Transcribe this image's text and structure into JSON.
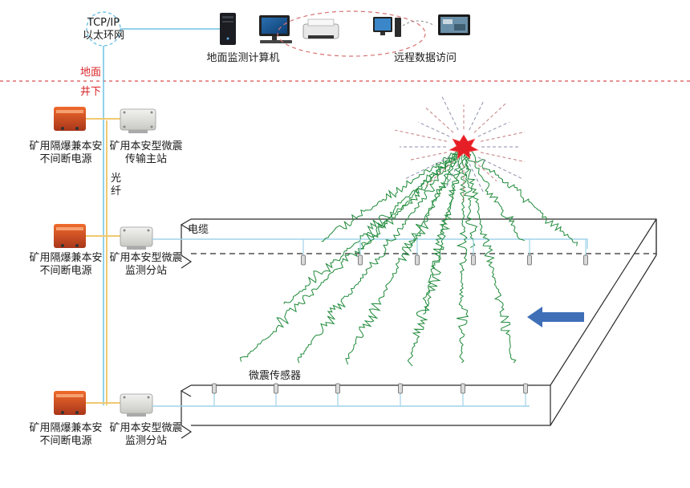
{
  "network": {
    "line1": "TCP/IP",
    "line2": "以太环网"
  },
  "surface": {
    "computer_label": "地面监测计算机",
    "remote_label": "远程数据访问"
  },
  "boundary": {
    "above": "地面",
    "below": "井下"
  },
  "fiber": {
    "line1": "光",
    "line2": "纤"
  },
  "cable_label": "电缆",
  "sensor_label": "微震传感器",
  "stations": [
    {
      "ups_line1": "矿用隔爆兼本安",
      "ups_line2": "不间断电源",
      "box_line1": "矿用本安型微震",
      "box_line2": "传输主站"
    },
    {
      "ups_line1": "矿用隔爆兼本安",
      "ups_line2": "不间断电源",
      "box_line1": "矿用本安型微震",
      "box_line2": "监测分站"
    },
    {
      "ups_line1": "矿用隔爆兼本安",
      "ups_line2": "不间断电源",
      "box_line1": "矿用本安型微震",
      "box_line2": "监测分站"
    }
  ],
  "colors": {
    "network_line": "#6ec3e4",
    "fiber_line": "#f0c970",
    "boundary": "#e06b6b",
    "wave": "#1f8a3a",
    "arrow": "#3f6fb7",
    "explosion": "#e61e25",
    "ups": "#d24a1e"
  }
}
